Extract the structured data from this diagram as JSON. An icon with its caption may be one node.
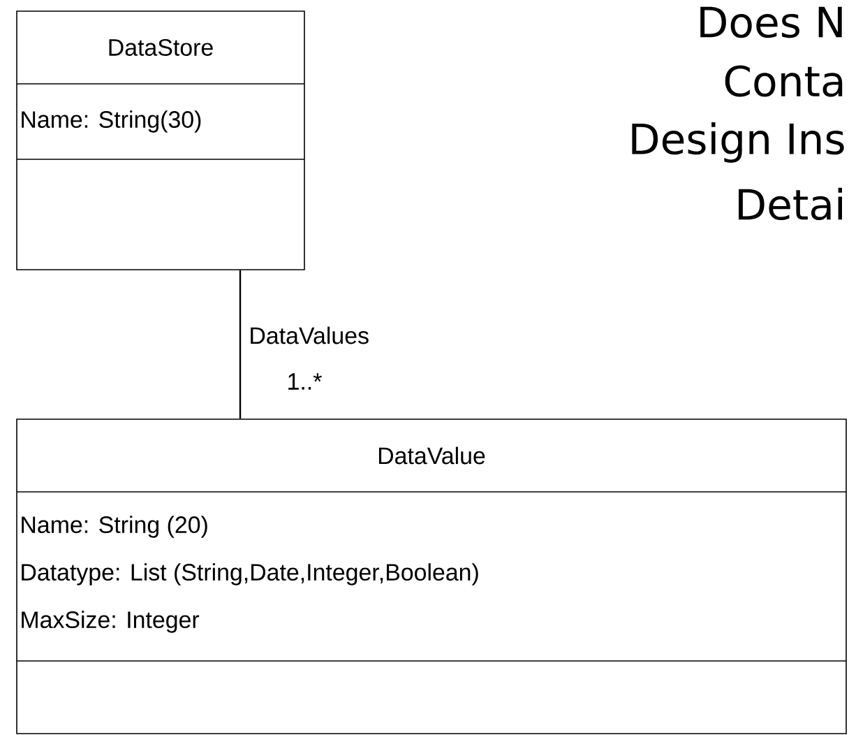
{
  "diagram": {
    "nodes": [
      {
        "text": [
          "DataStore",
          "Name: String(30)"
        ]
      },
      {
        "text": [
          "DataValue",
          "Name: String (20)",
          "Datatype: List (String,Date,Integer,Boolean)",
          "MaxSize: Integer"
        ]
      }
    ],
    "edges": [
      {
        "from": 0,
        "to": 1,
        "arrow": "none",
        "label": "DataValues"
      }
    ],
    "labels": [
      "1..*",
      "Does N",
      "Conta",
      "Design Ins",
      "Detai"
    ]
  }
}
